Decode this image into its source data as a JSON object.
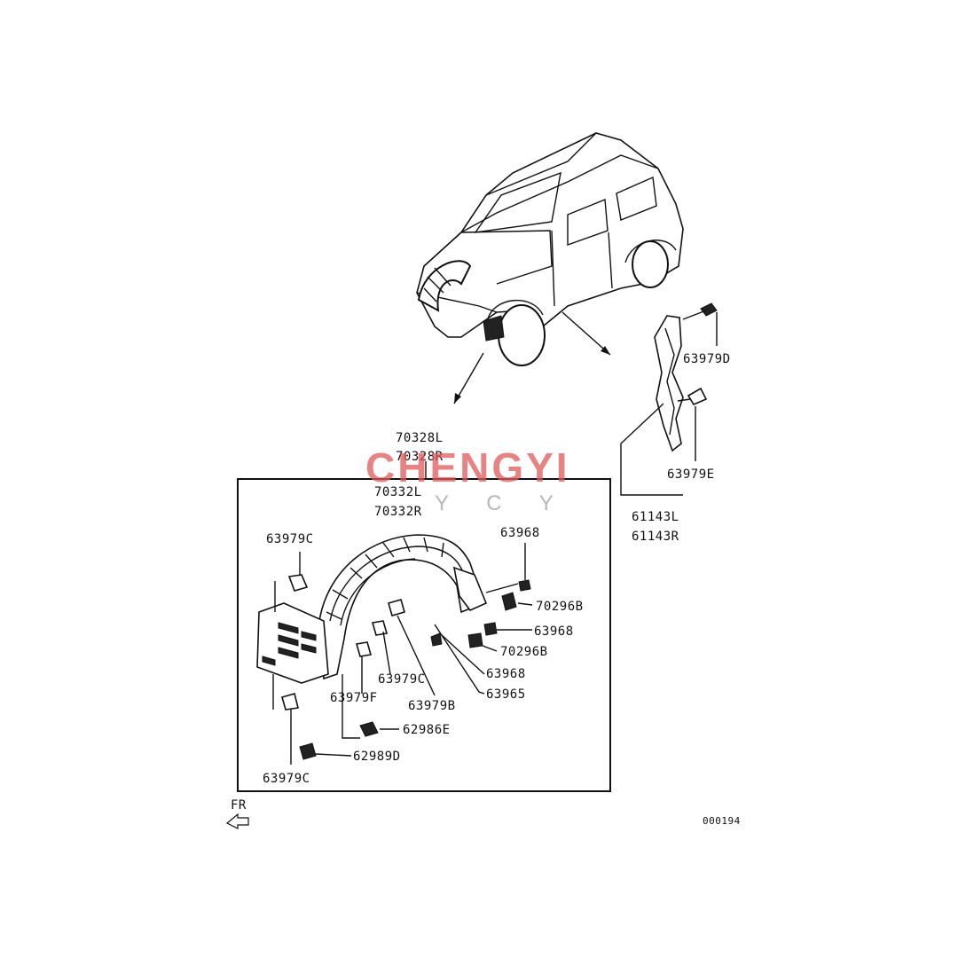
{
  "labels": {
    "liner_front_left": "70328L",
    "liner_front_right": "70328R",
    "liner_rear_left": "70332L",
    "liner_rear_right": "70332R",
    "shield_left": "61143L",
    "shield_right": "61143R",
    "clip_c_top": "63979C",
    "clip_c_mid": "63979C",
    "clip_c_bottom": "63979C",
    "clip_d": "63979D",
    "clip_e": "63979E",
    "clip_f": "63979F",
    "clip_b": "63979B",
    "nut_968_top": "63968",
    "nut_968_mid": "63968",
    "nut_968_low": "63968",
    "bolt_296_top": "70296B",
    "bolt_296_low": "70296B",
    "clip_965": "63965",
    "screw_986": "62986E",
    "clip_989": "62989D",
    "front_marker": "FR",
    "diagram_code": "000194"
  },
  "watermark": {
    "brand": "CHENGYI",
    "sub": "Y C Y"
  },
  "colors": {
    "line": "#111111",
    "watermark": "#e05a5a"
  }
}
